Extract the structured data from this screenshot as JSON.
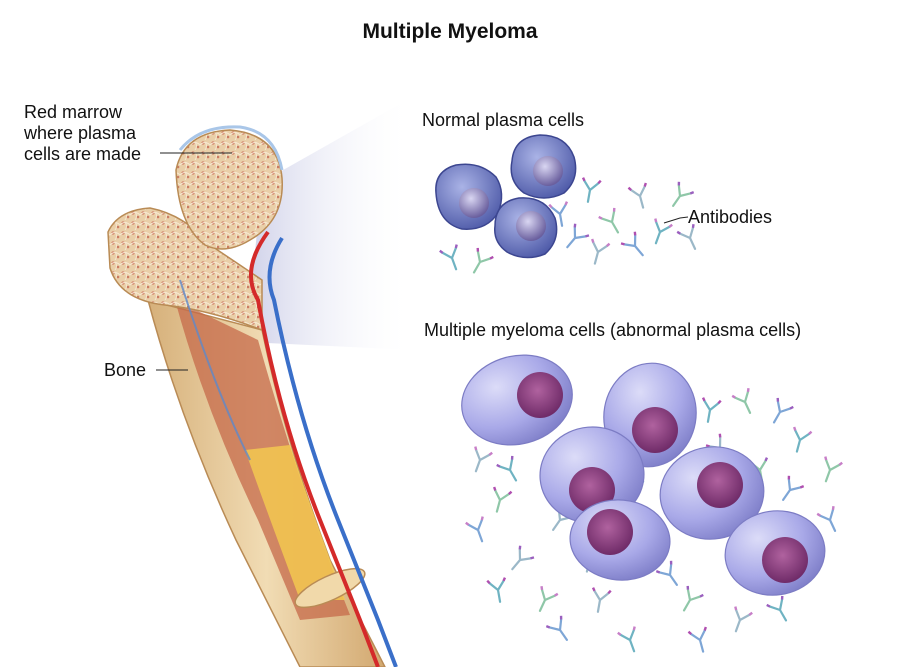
{
  "title": "Multiple Myeloma",
  "labels": {
    "red_marrow": [
      "Red marrow",
      "where plasma",
      "cells are made"
    ],
    "bone": "Bone",
    "normal_plasma_cells": "Normal plasma cells",
    "antibodies": "Antibodies",
    "myeloma_cells": "Multiple myeloma cells (abnormal plasma cells)"
  },
  "colors": {
    "bone": "#e8cfa0",
    "marrow": "#d9a07e",
    "artery": "#d42a2a",
    "vein": "#3a6fc9",
    "normal_cell": "#7b86c9",
    "myeloma_cell": "#a9a9e8",
    "nucleus": "#8e3f86"
  }
}
